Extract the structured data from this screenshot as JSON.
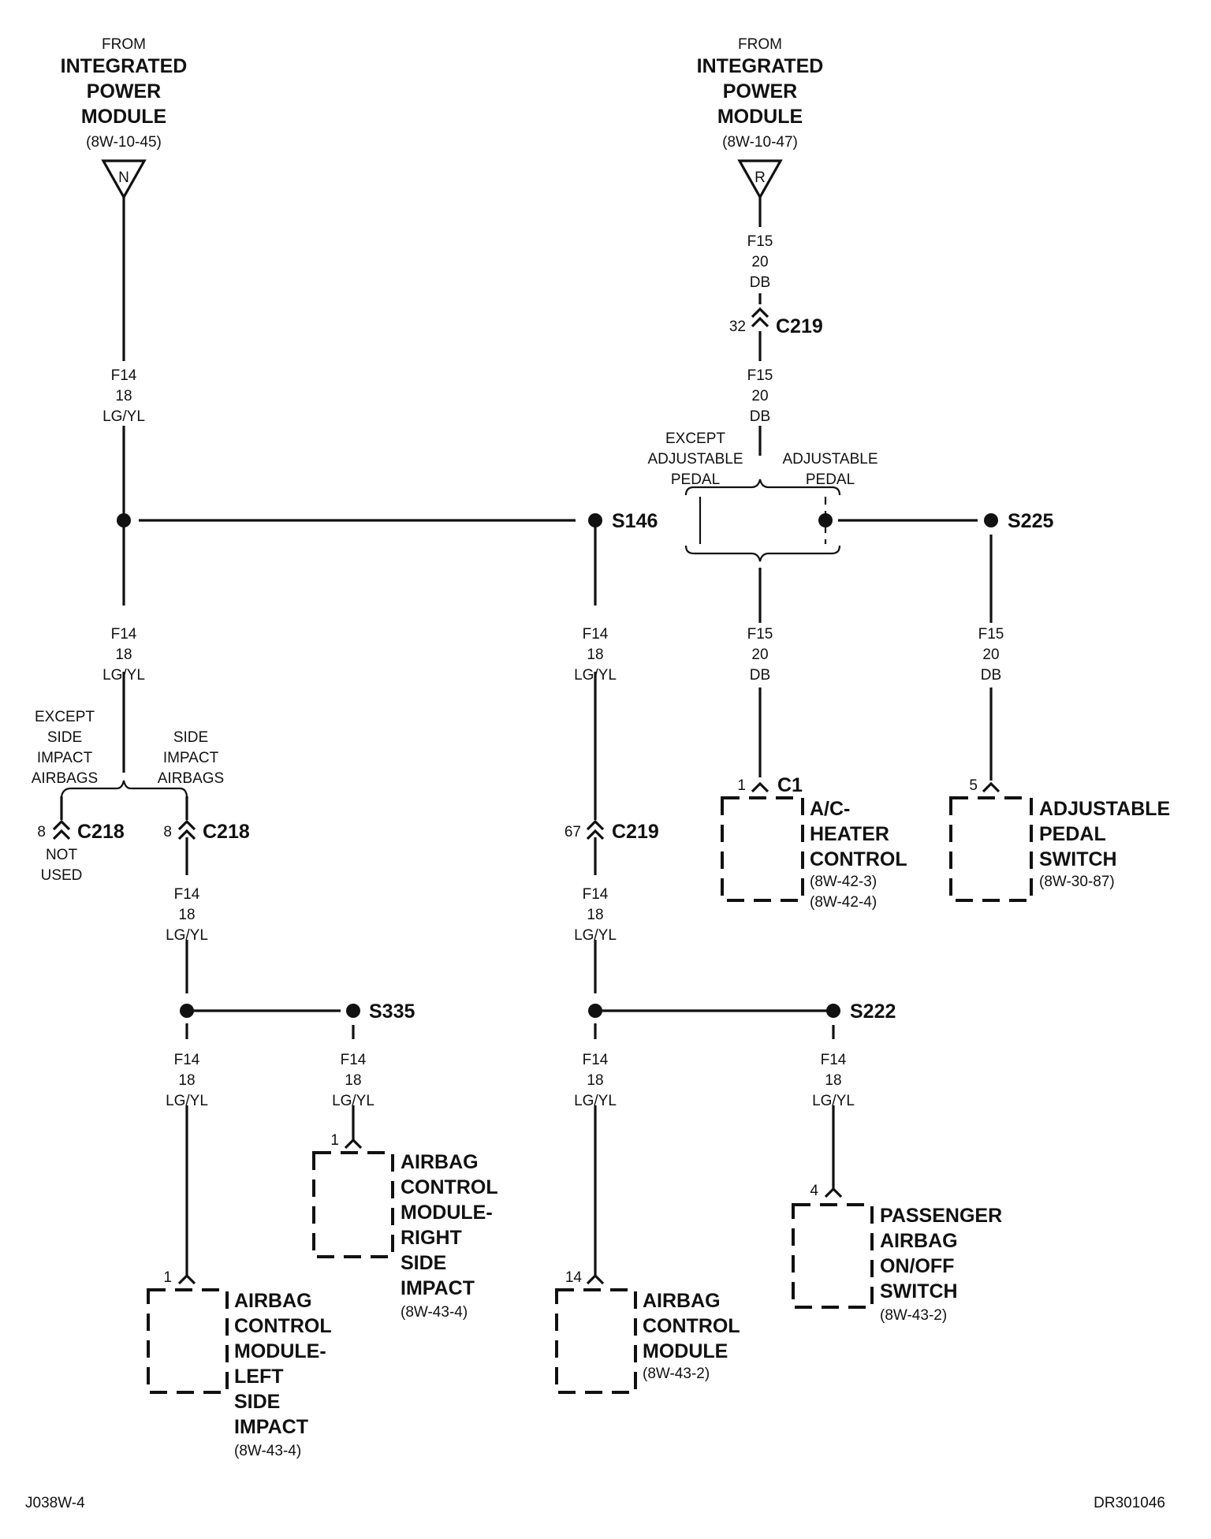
{
  "sources": [
    {
      "from": "FROM",
      "l1": "INTEGRATED",
      "l2": "POWER",
      "l3": "MODULE",
      "ref": "(8W-10-45)",
      "tag": "N"
    },
    {
      "from": "FROM",
      "l1": "INTEGRATED",
      "l2": "POWER",
      "l3": "MODULE",
      "ref": "(8W-10-47)",
      "tag": "R"
    }
  ],
  "wires": {
    "f14": {
      "c": "F14",
      "g": "18",
      "col": "LG/YL"
    },
    "f15": {
      "c": "F15",
      "g": "20",
      "col": "DB"
    }
  },
  "connectors": {
    "c219": "C219",
    "c218": "C218",
    "c1": "C1",
    "pin32": "32",
    "pin67": "67",
    "pin8a": "8",
    "pin8b": "8",
    "pin1_c1": "1",
    "pin5": "5",
    "pin1_rs": "1",
    "pin1_ls": "1",
    "pin14": "14",
    "pin4": "4"
  },
  "splices": {
    "s146": "S146",
    "s225": "S225",
    "s335": "S335",
    "s222": "S222"
  },
  "options": {
    "except_adj": [
      "EXCEPT",
      "ADJUSTABLE",
      "PEDAL"
    ],
    "adj": [
      "ADJUSTABLE",
      "PEDAL"
    ],
    "except_side": [
      "EXCEPT",
      "SIDE",
      "IMPACT",
      "AIRBAGS"
    ],
    "side": [
      "SIDE",
      "IMPACT",
      "AIRBAGS"
    ],
    "not_used": [
      "NOT",
      "USED"
    ]
  },
  "components": {
    "ac_heater": {
      "lines": [
        "A/C-",
        "HEATER",
        "CONTROL"
      ],
      "refs": [
        "(8W-42-3)",
        "(8W-42-4)"
      ]
    },
    "adj_pedal": {
      "lines": [
        "ADJUSTABLE",
        "PEDAL",
        "SWITCH"
      ],
      "refs": [
        "(8W-30-87)"
      ]
    },
    "acm_right": {
      "lines": [
        "AIRBAG",
        "CONTROL",
        "MODULE-",
        "RIGHT",
        "SIDE",
        "IMPACT"
      ],
      "refs": [
        "(8W-43-4)"
      ]
    },
    "acm_left": {
      "lines": [
        "AIRBAG",
        "CONTROL",
        "MODULE-",
        "LEFT",
        "SIDE",
        "IMPACT"
      ],
      "refs": [
        "(8W-43-4)"
      ]
    },
    "acm": {
      "lines": [
        "AIRBAG",
        "CONTROL",
        "MODULE"
      ],
      "refs": [
        "(8W-43-2)"
      ]
    },
    "pass_switch": {
      "lines": [
        "PASSENGER",
        "AIRBAG",
        "ON/OFF",
        "SWITCH"
      ],
      "refs": [
        "(8W-43-2)"
      ]
    }
  },
  "footer": {
    "left": "J038W-4",
    "right": "DR301046"
  }
}
